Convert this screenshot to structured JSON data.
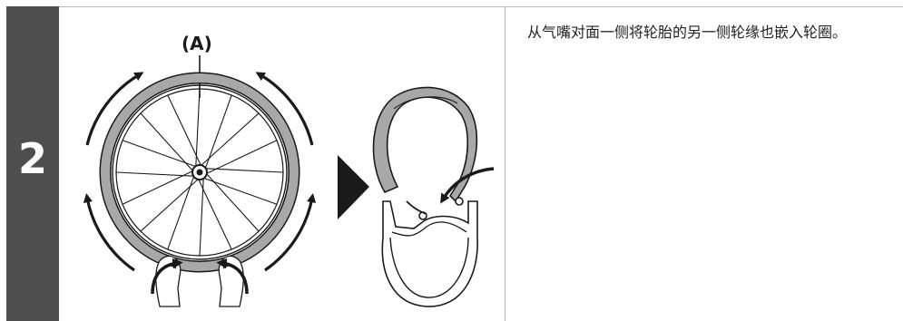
{
  "step": {
    "number": "2"
  },
  "figure": {
    "callout": "(A)"
  },
  "instruction": {
    "text": "从气嘴对面一侧将轮胎的另一侧轮缘也嵌入轮圈。"
  },
  "colors": {
    "step_bg": "#4e4e4e",
    "tire": "#a8a8a8",
    "line": "#1a1a1a",
    "frame": "#b9b9b9"
  }
}
